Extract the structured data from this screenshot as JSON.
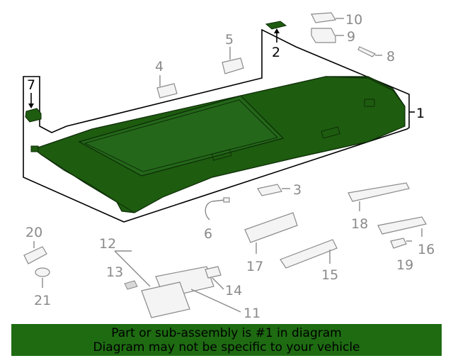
{
  "diagram": {
    "callouts": [
      {
        "id": "1",
        "label": "1",
        "active": true
      },
      {
        "id": "2",
        "label": "2",
        "active": true
      },
      {
        "id": "3",
        "label": "3",
        "active": false
      },
      {
        "id": "4",
        "label": "4",
        "active": false
      },
      {
        "id": "5",
        "label": "5",
        "active": false
      },
      {
        "id": "6",
        "label": "6",
        "active": false
      },
      {
        "id": "7",
        "label": "7",
        "active": true
      },
      {
        "id": "8",
        "label": "8",
        "active": false
      },
      {
        "id": "9",
        "label": "9",
        "active": false
      },
      {
        "id": "10",
        "label": "10",
        "active": false
      },
      {
        "id": "11",
        "label": "11",
        "active": false
      },
      {
        "id": "12",
        "label": "12",
        "active": false
      },
      {
        "id": "13",
        "label": "13",
        "active": false
      },
      {
        "id": "14",
        "label": "14",
        "active": false
      },
      {
        "id": "15",
        "label": "15",
        "active": false
      },
      {
        "id": "16",
        "label": "16",
        "active": false
      },
      {
        "id": "17",
        "label": "17",
        "active": false
      },
      {
        "id": "18",
        "label": "18",
        "active": false
      },
      {
        "id": "19",
        "label": "19",
        "active": false
      },
      {
        "id": "20",
        "label": "20",
        "active": false
      },
      {
        "id": "21",
        "label": "21",
        "active": false
      }
    ],
    "colors": {
      "highlight_part": "#1e5c10",
      "highlight_part_edge": "#0b2a05",
      "muted": "#8a8a8a",
      "banner": "#1e6b12"
    }
  },
  "banner": {
    "line1": "Part or sub-assembly is #1 in diagram",
    "line2": "Diagram may not be specific to your vehicle"
  }
}
